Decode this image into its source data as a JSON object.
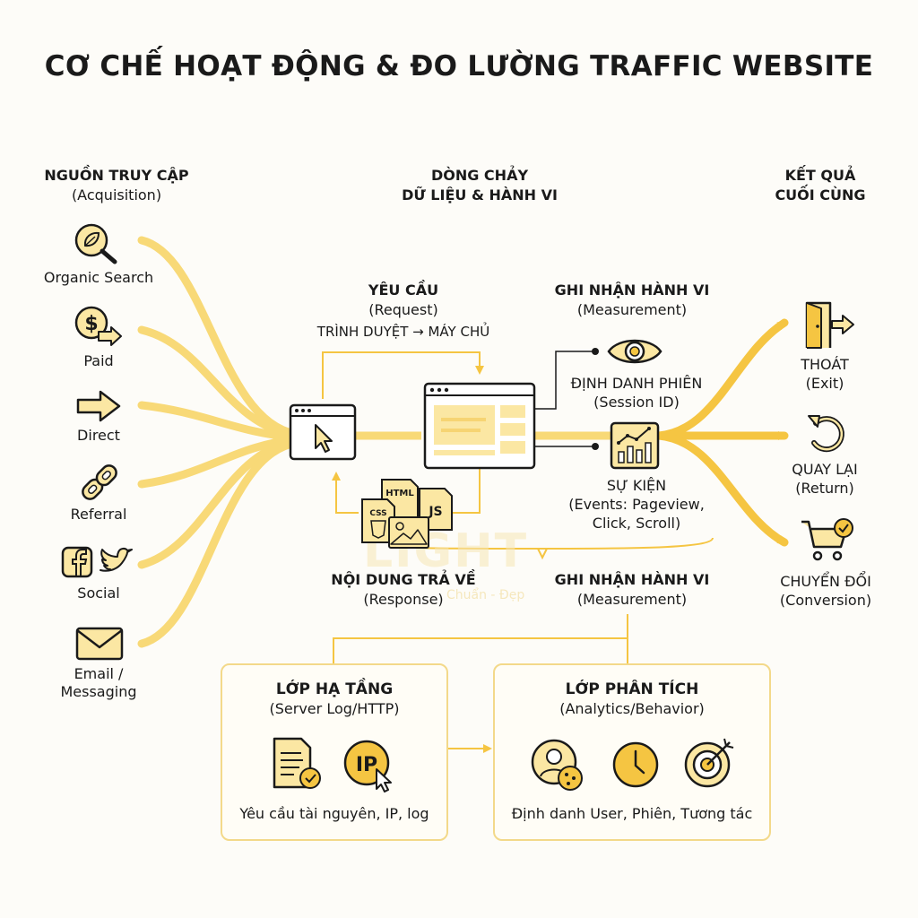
{
  "title": "CƠ CHẾ HOẠT ĐỘNG & ĐO LƯỜNG TRAFFIC WEBSITE",
  "columns": {
    "sources": {
      "title": "NGUỒN TRUY CẬP",
      "subtitle": "(Acquisition)"
    },
    "flow": {
      "title_line1": "DÒNG CHẢY",
      "title_line2": "DỮ LIỆU & HÀNH VI"
    },
    "results": {
      "title_line1": "KẾT QUẢ",
      "title_line2": "CUỐI CÙNG"
    }
  },
  "sources": [
    {
      "label": "Organic Search",
      "icon": "magnifier-leaf-icon"
    },
    {
      "label": "Paid",
      "icon": "dollar-arrow-icon"
    },
    {
      "label": "Direct",
      "icon": "arrow-right-icon"
    },
    {
      "label": "Referral",
      "icon": "link-icon"
    },
    {
      "label": "Social",
      "icon": "facebook-twitter-icon"
    },
    {
      "label": "Email / Messaging",
      "label_line1": "Email /",
      "label_line2": "Messaging",
      "icon": "envelope-icon"
    }
  ],
  "request": {
    "title": "YÊU CẦU",
    "subtitle": "(Request)",
    "detail": "TRÌNH DUYỆT → MÁY CHỦ"
  },
  "response": {
    "title": "NỘI DUNG TRẢ VỀ",
    "subtitle": "(Response)",
    "file_labels": [
      "HTML",
      "CSS",
      "JS"
    ]
  },
  "measurement_top": {
    "title": "GHI NHẬN HÀNH VI",
    "subtitle": "(Measurement)"
  },
  "measurement_bottom": {
    "title": "GHI NHẬN HÀNH VI",
    "subtitle": "(Measurement)"
  },
  "session": {
    "title": "ĐỊNH DANH PHIÊN",
    "subtitle": "(Session ID)"
  },
  "events": {
    "title": "SỰ KIỆN",
    "line2": "(Events: Pageview,",
    "line3": "Click, Scroll)"
  },
  "results": [
    {
      "title": "THOÁT",
      "subtitle": "(Exit)",
      "icon": "door-exit-icon"
    },
    {
      "title": "QUAY LẠI",
      "subtitle": "(Return)",
      "icon": "return-arrow-icon"
    },
    {
      "title": "CHUYỂN ĐỔI",
      "subtitle": "(Conversion)",
      "icon": "cart-check-icon"
    }
  ],
  "layers": {
    "infra": {
      "title": "LỚP HẠ TẦNG",
      "subtitle": "(Server Log/HTTP)",
      "caption": "Yêu cầu tài nguyên, IP, log",
      "ip_label": "IP"
    },
    "analytics": {
      "title": "LỚP PHÂN TÍCH",
      "subtitle": "(Analytics/Behavior)",
      "caption": "Định danh User, Phiên, Tương tác"
    }
  },
  "watermark": {
    "text": "LIGHT",
    "sub": "Chuẩn - Đẹp"
  },
  "colors": {
    "accent": "#f5c542",
    "accent_light": "#f8df8f",
    "fill": "#fbe7a3",
    "ink": "#1a1a1a"
  }
}
